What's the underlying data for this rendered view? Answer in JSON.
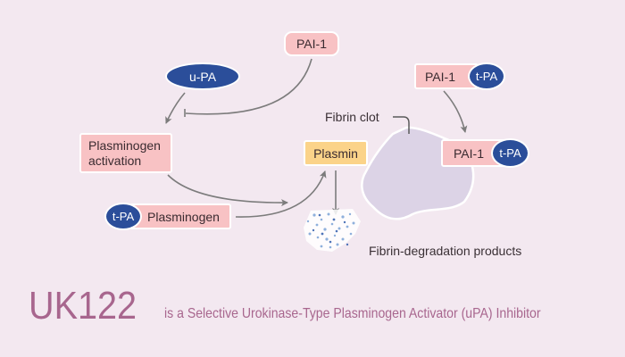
{
  "diagram": {
    "nodes": {
      "pai1_top": "PAI-1",
      "upa": "u-PA",
      "plasminogen_activation_line1": "Plasminogen",
      "plasminogen_activation_line2": "activation",
      "tpa_left": "t-PA",
      "plasminogen": "Plasminogen",
      "plasmin": "Plasmin",
      "pai1_complex_top": "PAI-1",
      "tpa_complex_top": "t-PA",
      "pai1_complex_right": "PAI-1",
      "tpa_complex_right": "t-PA"
    },
    "labels": {
      "fibrin_clot": "Fibrin clot",
      "fdp": "Fibrin-degradation products"
    },
    "colors": {
      "background": "#f3e8f0",
      "pink_node": "#f8c2c4",
      "yellow_node": "#fbd389",
      "blue_oval": "#2b4e9a",
      "clot": "#dcd3e6",
      "arrow": "#7c7c7c",
      "title": "#a8668e"
    }
  },
  "caption": {
    "compound": "UK122",
    "description": "is a Selective Urokinase-Type Plasminogen Activator (uPA) Inhibitor"
  }
}
